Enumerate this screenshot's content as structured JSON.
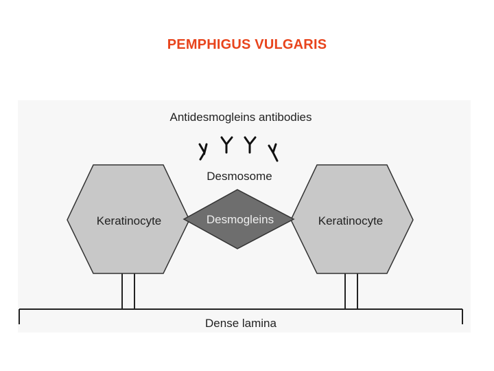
{
  "title": "PEMPHIGUS VULGARIS",
  "colors": {
    "title": "#e8441c",
    "keratinocyte_fill": "#c8c8c8",
    "desmogleins_fill": "#6e6e6e",
    "background": "#f7f7f7"
  },
  "diagram": {
    "antibodies_label": "Antidesmogleins antibodies",
    "desmosome_label": "Desmosome",
    "desmogleins_label": "Desmogleins",
    "keratinocyte_left_label": "Keratinocyte",
    "keratinocyte_right_label": "Keratinocyte",
    "dense_lamina_label": "Dense lamina"
  }
}
